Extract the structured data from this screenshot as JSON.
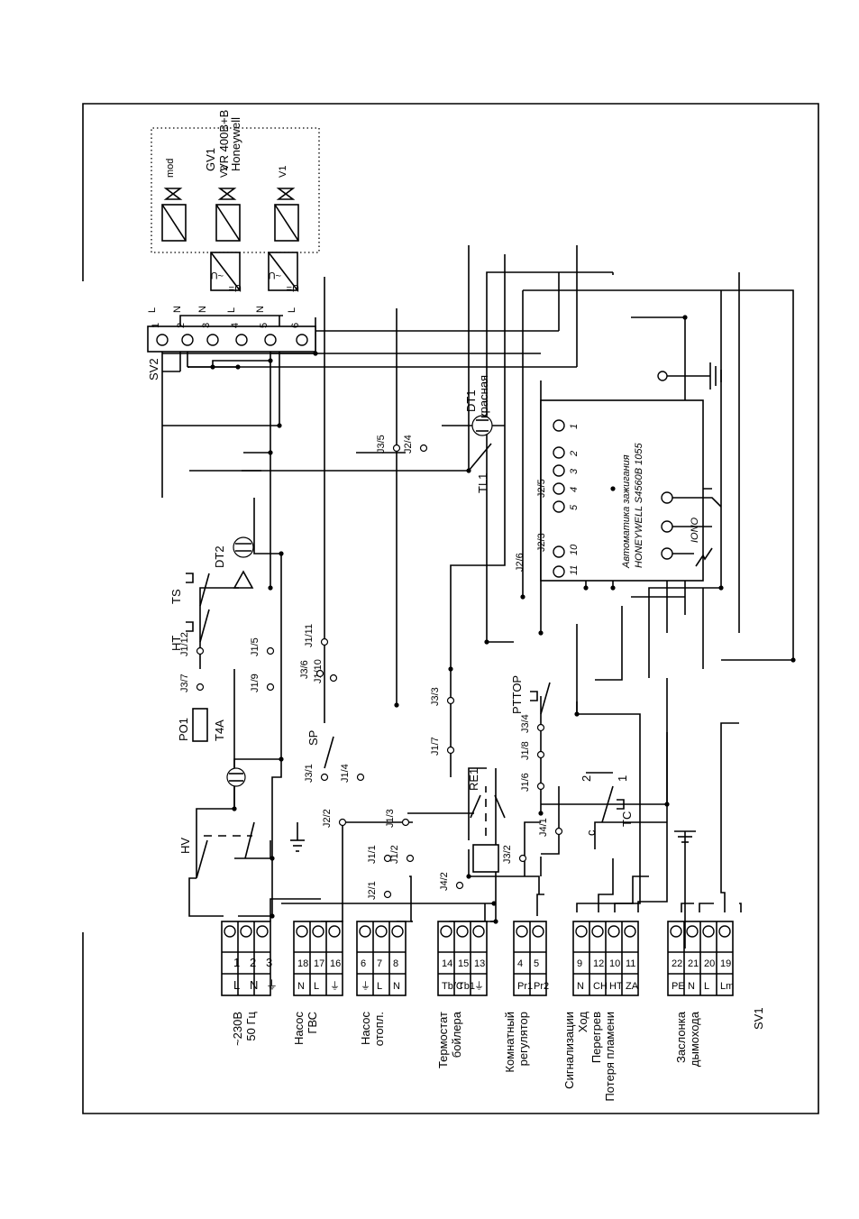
{
  "terminals": {
    "supply": {
      "rows": [
        [
          "L",
          "1"
        ],
        [
          "N",
          "2"
        ],
        [
          "⏚",
          "3"
        ]
      ],
      "label": [
        "~230В",
        "50 Гц"
      ]
    },
    "dhw_pump": {
      "rows": [
        [
          "N",
          "18"
        ],
        [
          "L",
          "17"
        ],
        [
          "⏚",
          "16"
        ]
      ],
      "label": [
        "Насос",
        "ГВС"
      ]
    },
    "heat_pump": {
      "rows": [
        [
          "⏚",
          "6"
        ],
        [
          "L",
          "7"
        ],
        [
          "N",
          "8"
        ]
      ],
      "label": [
        "Насос",
        "отопл."
      ]
    },
    "boiler_thermostat": {
      "rows": [
        [
          "Tb/C",
          "14"
        ],
        [
          "Tb1",
          "15"
        ],
        [
          "⏚",
          "13"
        ]
      ],
      "label": [
        "Термостат",
        "бойлера"
      ]
    },
    "room_regulator": {
      "rows": [
        [
          "Pr1",
          "4"
        ],
        [
          "Pr2",
          "5"
        ]
      ],
      "label": [
        "Комнатный",
        "регулятор"
      ]
    },
    "signals": {
      "rows": [
        [
          "N",
          "9"
        ],
        [
          "CH",
          "12"
        ],
        [
          "HT",
          "10"
        ],
        [
          "ZA",
          "11"
        ]
      ],
      "label": [
        "Сигнализации",
        "Ход",
        "Перегрев",
        "Потеря пламени"
      ]
    },
    "flue_damper": {
      "rows": [
        [
          "PE",
          "22"
        ],
        [
          "N",
          "21"
        ],
        [
          "L",
          "20"
        ],
        [
          "Lm",
          "19"
        ]
      ],
      "label": [
        "Заслонка",
        "дымохода"
      ],
      "name": "SV1"
    }
  },
  "sv2": {
    "name": "SV2",
    "pins": [
      "1",
      "2",
      "3",
      "4",
      "5",
      "6"
    ],
    "wire_letters": [
      "L",
      "N",
      "N",
      "L",
      "N",
      "L"
    ]
  },
  "gas_valve": {
    "name": "GV1",
    "model": "VR 400B+B",
    "brand": "Honeywell",
    "coils": [
      "mod",
      "V2",
      "V1"
    ],
    "conv_ac": "~U",
    "conv_dc": "U="
  },
  "ignition": {
    "title": "Автоматика зажигания",
    "model": "HONEYWELL S4560B 1055",
    "pins": [
      "1",
      "2",
      "3",
      "4",
      "5",
      "10",
      "11"
    ],
    "iono": "IONO",
    "connectors": [
      "J2/5",
      "J2/3",
      "J2/6"
    ]
  },
  "labels": {
    "dt1": "DT1",
    "dt1_color": "красная",
    "dt2": "DT2",
    "tl1": "TL1",
    "ts": "TS",
    "ht": "HT",
    "hv": "HV",
    "po1": "PO1",
    "fuse": "T4A",
    "sp": "SP",
    "re1": "RE1",
    "pttop": "PTTOP",
    "tc": "TC",
    "tc_c": "c",
    "tc_1": "1",
    "tc_2": "2"
  },
  "connectors": {
    "J3_5": "J3/5",
    "J2_4": "J2/4",
    "J1_11": "J1/11",
    "J1_10": "J1/10",
    "J3_6": "J3/6",
    "J1_12": "J1/12",
    "J3_7": "J3/7",
    "J1_5": "J1/5",
    "J1_9": "J1/9",
    "J3_1": "J3/1",
    "J1_4": "J1/4",
    "J3_3": "J3/3",
    "J1_7": "J1/7",
    "J2_2": "J2/2",
    "J1_3": "J1/3",
    "J1_2": "J1/2",
    "J1_1": "J1/1",
    "J2_1": "J2/1",
    "J4_2": "J4/2",
    "J3_2": "J3/2",
    "J4_1": "J4/1",
    "J1_6": "J1/6",
    "J1_8": "J1/8",
    "J3_4": "J3/4"
  }
}
